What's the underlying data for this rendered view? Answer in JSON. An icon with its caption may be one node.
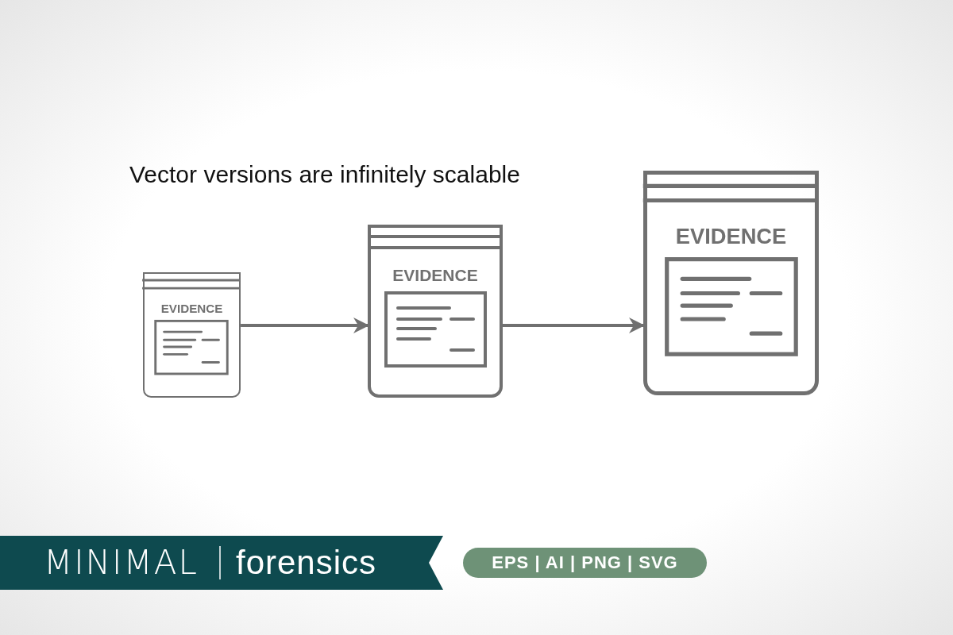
{
  "diagram": {
    "title": "Vector versions are infinitely scalable",
    "nodes": [
      {
        "text": [
          "EVIDENCE"
        ]
      },
      {
        "text": [
          "EVIDENCE"
        ]
      },
      {
        "text": [
          "EVIDENCE"
        ]
      }
    ],
    "edges": [
      {
        "from": 0,
        "to": 1,
        "arrow": "to"
      },
      {
        "from": 1,
        "to": 2,
        "arrow": "to"
      }
    ],
    "labels": [
      "MINIMAL",
      "forensics",
      "EPS | AI | PNG | SVG"
    ]
  }
}
